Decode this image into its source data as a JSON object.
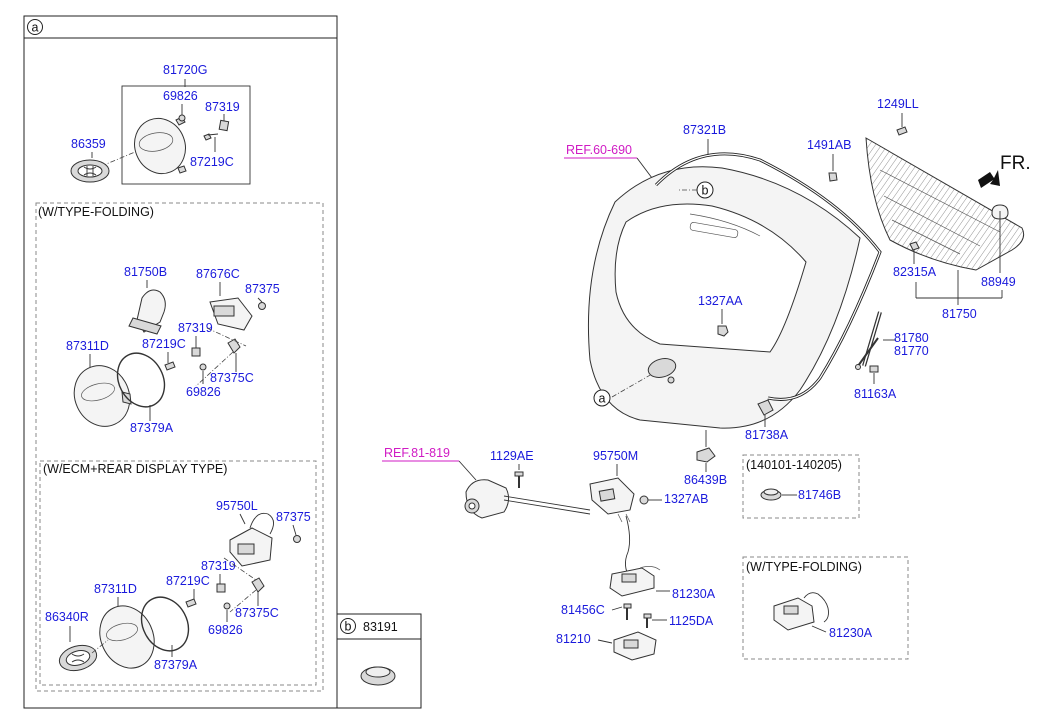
{
  "panels": {
    "a": {
      "marker": "a"
    },
    "b": {
      "marker": "b",
      "part": "83191"
    }
  },
  "sections": {
    "folding": "(W/TYPE-FOLDING)",
    "ecm": "(W/ECM+REAR DISPLAY TYPE)",
    "date_range": "(140101-140205)",
    "folding_right": "(W/TYPE-FOLDING)"
  },
  "refs": {
    "ref_60": "REF.60-690",
    "ref_81": "REF.81-819"
  },
  "direction": "FR.",
  "parts": {
    "p81720G": "81720G",
    "p69826_top": "69826",
    "p87319_top": "87319",
    "p86359": "86359",
    "p87219C_top": "87219C",
    "p81750B": "81750B",
    "p87676C": "87676C",
    "p87375_mid": "87375",
    "p87319_mid": "87319",
    "p87311D_mid": "87311D",
    "p87219C_mid": "87219C",
    "p87375C_mid": "87375C",
    "p69826_mid": "69826",
    "p87379A_mid": "87379A",
    "p95750L": "95750L",
    "p87375_ecm": "87375",
    "p87319_ecm": "87319",
    "p87311D_ecm": "87311D",
    "p87219C_ecm": "87219C",
    "p86340R": "86340R",
    "p87375C_ecm": "87375C",
    "p69826_ecm": "69826",
    "p87379A_ecm": "87379A",
    "p87321B": "87321B",
    "p1249LL": "1249LL",
    "p1491AB": "1491AB",
    "p82315A": "82315A",
    "p88949": "88949",
    "p81750": "81750",
    "p1327AA": "1327AA",
    "p81780": "81780",
    "p81770": "81770",
    "p81163A": "81163A",
    "p81738A": "81738A",
    "p1129AE": "1129AE",
    "p95750M": "95750M",
    "p1327AB": "1327AB",
    "p86439B": "86439B",
    "p81746B": "81746B",
    "p81230A": "81230A",
    "p81456C": "81456C",
    "p1125DA": "1125DA",
    "p81210": "81210",
    "p81230A_fold": "81230A"
  },
  "callouts": {
    "a": "a",
    "b": "b"
  }
}
